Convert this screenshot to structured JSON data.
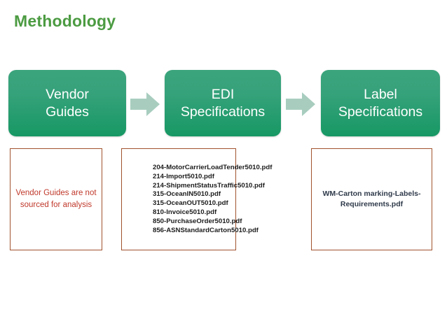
{
  "slide": {
    "title": "Methodology",
    "title_color": "#4c9b42",
    "background": "#ffffff"
  },
  "flow": {
    "box_fill_top": "#3ba47c",
    "box_fill_bottom": "#179864",
    "box_text_color": "#ffffff",
    "arrow_color": "#a8cdbf",
    "steps": [
      {
        "line1": "Vendor",
        "line2": "Guides"
      },
      {
        "line1": "EDI",
        "line2": "Specifications"
      },
      {
        "line1": "Label",
        "line2": "Specifications"
      }
    ],
    "arrows": [
      {
        "icon": "right-arrow-icon"
      },
      {
        "icon": "right-arrow-icon"
      }
    ]
  },
  "details": {
    "border_color": "#a0522d",
    "box1": {
      "note": "Vendor Guides are  not sourced for analysis",
      "note_color": "#c0392b"
    },
    "box2": {
      "files": [
        "204-MotorCarrierLoadTender5010.pdf",
        "214-Import5010.pdf",
        "214-ShipmentStatusTraffic5010.pdf",
        "315-OceanIN5010.pdf",
        "315-OceanOUT5010.pdf",
        "810-Invoice5010.pdf",
        "850-PurchaseOrder5010.pdf",
        "856-ASNStandardCarton5010.pdf"
      ]
    },
    "box3": {
      "note": "WM-Carton marking-Labels-Requirements.pdf",
      "note_color": "#2f3a4a"
    }
  }
}
